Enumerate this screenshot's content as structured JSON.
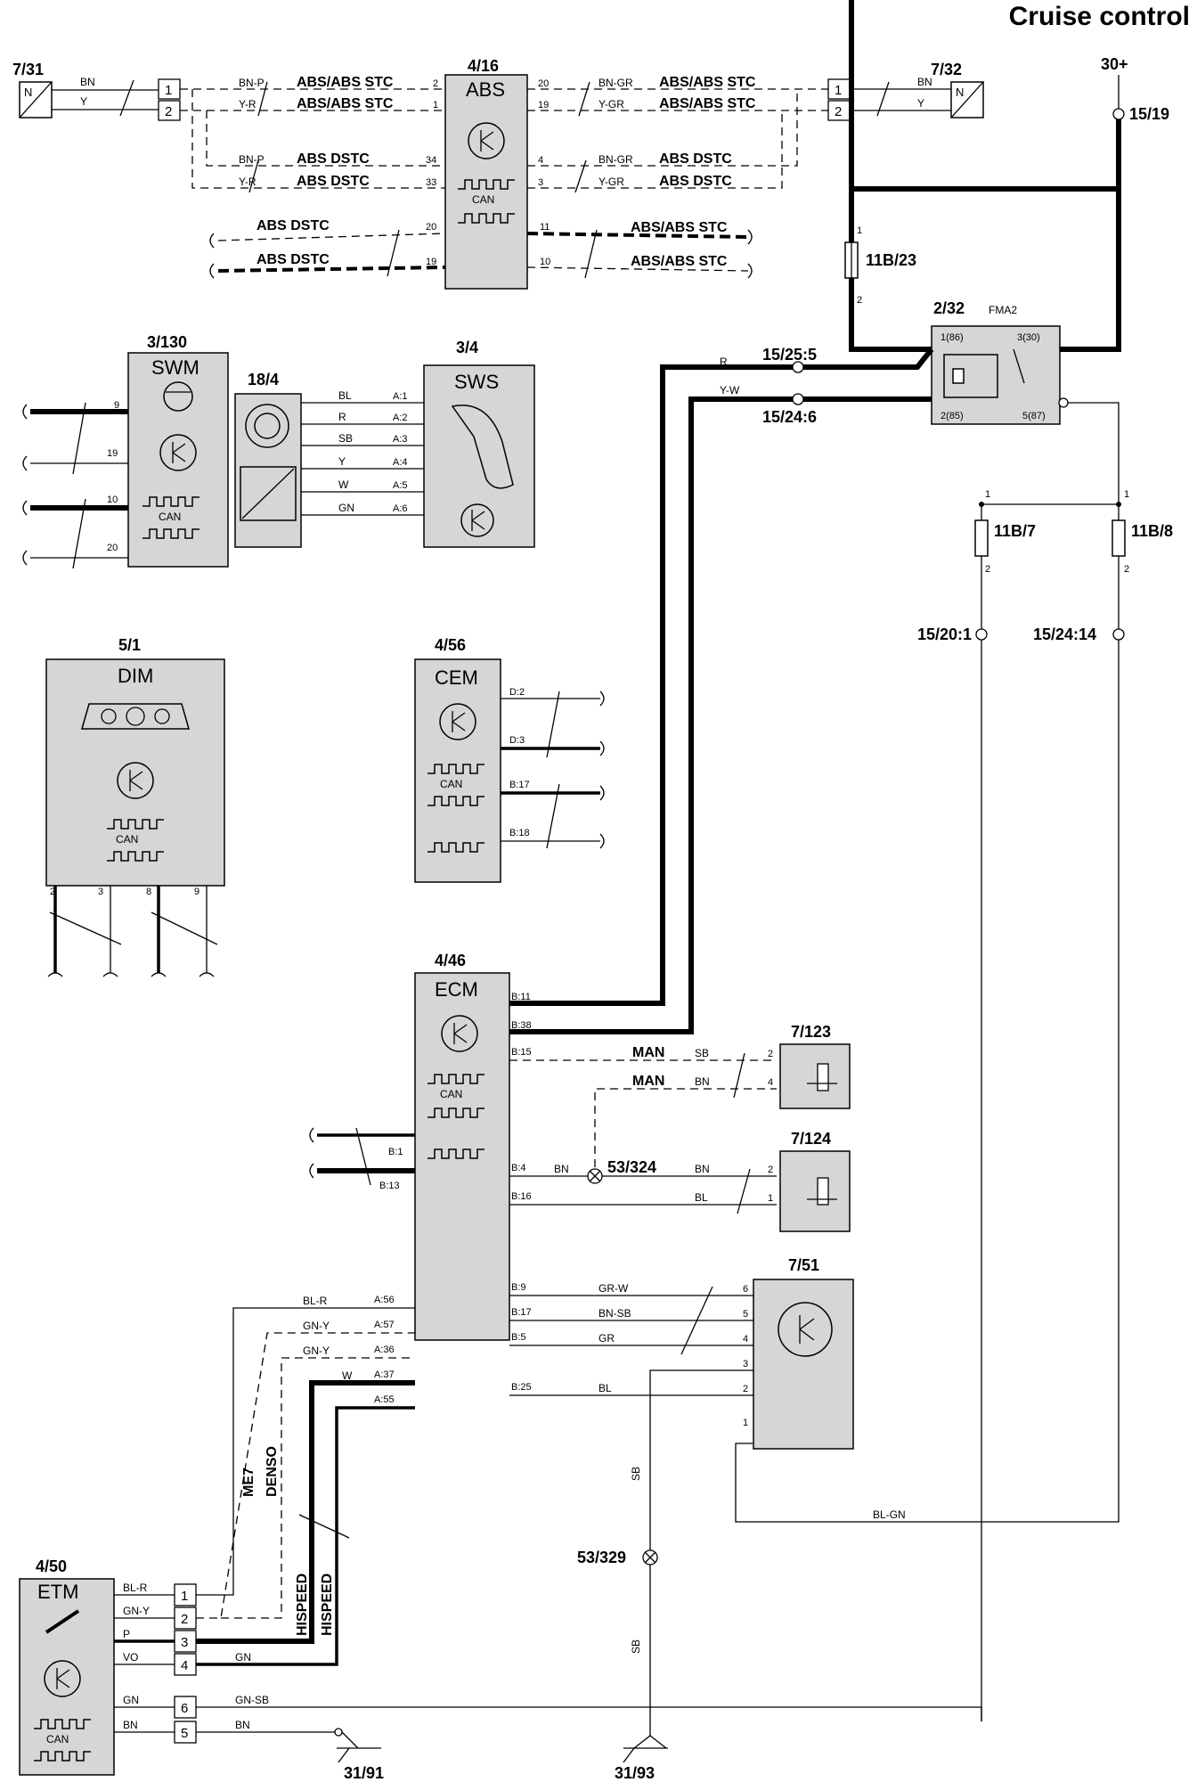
{
  "title": "Cruise control",
  "modules": {
    "abs": {
      "ref": "4/16",
      "name": "ABS",
      "pins_left": [
        "2",
        "1",
        "34",
        "33",
        "20",
        "19"
      ],
      "pins_right": [
        "20",
        "19",
        "4",
        "3",
        "11",
        "10"
      ]
    },
    "swm": {
      "ref": "3/130",
      "name": "SWM",
      "pins": [
        "9",
        "19",
        "10",
        "20"
      ]
    },
    "clockspring": {
      "ref": "18/4"
    },
    "sws": {
      "ref": "3/4",
      "name": "SWS",
      "pins": [
        "A:1",
        "A:2",
        "A:3",
        "A:4",
        "A:5",
        "A:6"
      ]
    },
    "dim": {
      "ref": "5/1",
      "name": "DIM",
      "pins": [
        "2",
        "3",
        "8",
        "9"
      ]
    },
    "cem": {
      "ref": "4/56",
      "name": "CEM",
      "pins": [
        "D:2",
        "D:3",
        "B:17",
        "B:18"
      ]
    },
    "ecm": {
      "ref": "4/46",
      "name": "ECM",
      "pins_right": [
        "B:11",
        "B:38",
        "B:15",
        "B:4",
        "B:16",
        "B:9",
        "B:17",
        "B:5",
        "B:25"
      ],
      "pins_left": [
        "B:1",
        "B:13",
        "A:56",
        "A:57",
        "A:36",
        "A:37",
        "A:55"
      ]
    },
    "etm": {
      "ref": "4/50",
      "name": "ETM",
      "pins": [
        "1",
        "2",
        "3",
        "4",
        "6",
        "5"
      ],
      "wires": [
        "BL-R",
        "GN-Y",
        "P",
        "VO",
        "GN",
        "BN"
      ]
    },
    "relay": {
      "ref": "2/32",
      "name": "FMA2",
      "pins": [
        "1(86)",
        "2(85)",
        "3(30)",
        "5(87)"
      ]
    },
    "sensor_7_31": {
      "ref": "7/31",
      "pins": [
        "1",
        "2"
      ]
    },
    "sensor_7_32": {
      "ref": "7/32",
      "pins": [
        "1",
        "2"
      ]
    },
    "sensor_7_123": {
      "ref": "7/123",
      "pins": [
        "2",
        "4"
      ]
    },
    "sensor_7_124": {
      "ref": "7/124",
      "pins": [
        "2",
        "1"
      ]
    },
    "sensor_7_51": {
      "ref": "7/51",
      "pins": [
        "6",
        "5",
        "4",
        "3",
        "2",
        "1"
      ]
    }
  },
  "can_label": "CAN",
  "sensor_n": "N",
  "fuses": {
    "f1": {
      "ref": "11B/23",
      "pin1": "1",
      "pin2": "2"
    },
    "f2": {
      "ref": "11B/7",
      "pin1": "1",
      "pin2": "2"
    },
    "f3": {
      "ref": "11B/8",
      "pin1": "1",
      "pin2": "2"
    }
  },
  "connectors": {
    "supply": "30+",
    "c15_19": "15/19",
    "c15_25_5": "15/25:5",
    "c15_24_6": "15/24:6",
    "c15_20_1": "15/20:1",
    "c15_24_14": "15/24:14",
    "splice_53_324": "53/324",
    "splice_53_329": "53/329",
    "gnd_31_91": "31/91",
    "gnd_31_93": "31/93"
  },
  "wire_labels": {
    "bn": "BN",
    "y": "Y",
    "bn_p": "BN-P",
    "y_r": "Y-R",
    "bn_gr": "BN-GR",
    "y_gr": "Y-GR",
    "abs_abs_stc": "ABS/ABS STC",
    "abs_dstc": "ABS DSTC",
    "bl": "BL",
    "r": "R",
    "sb": "SB",
    "w": "W",
    "gn": "GN",
    "y_w": "Y-W",
    "man": "MAN",
    "gr_w": "GR-W",
    "bn_sb": "BN-SB",
    "gr": "GR",
    "bl_r": "BL-R",
    "gn_y": "GN-Y",
    "bl_gn": "BL-GN",
    "gn_sb": "GN-SB",
    "me7": "ME7",
    "denso": "DENSO",
    "hispeed": "HISPEED"
  }
}
